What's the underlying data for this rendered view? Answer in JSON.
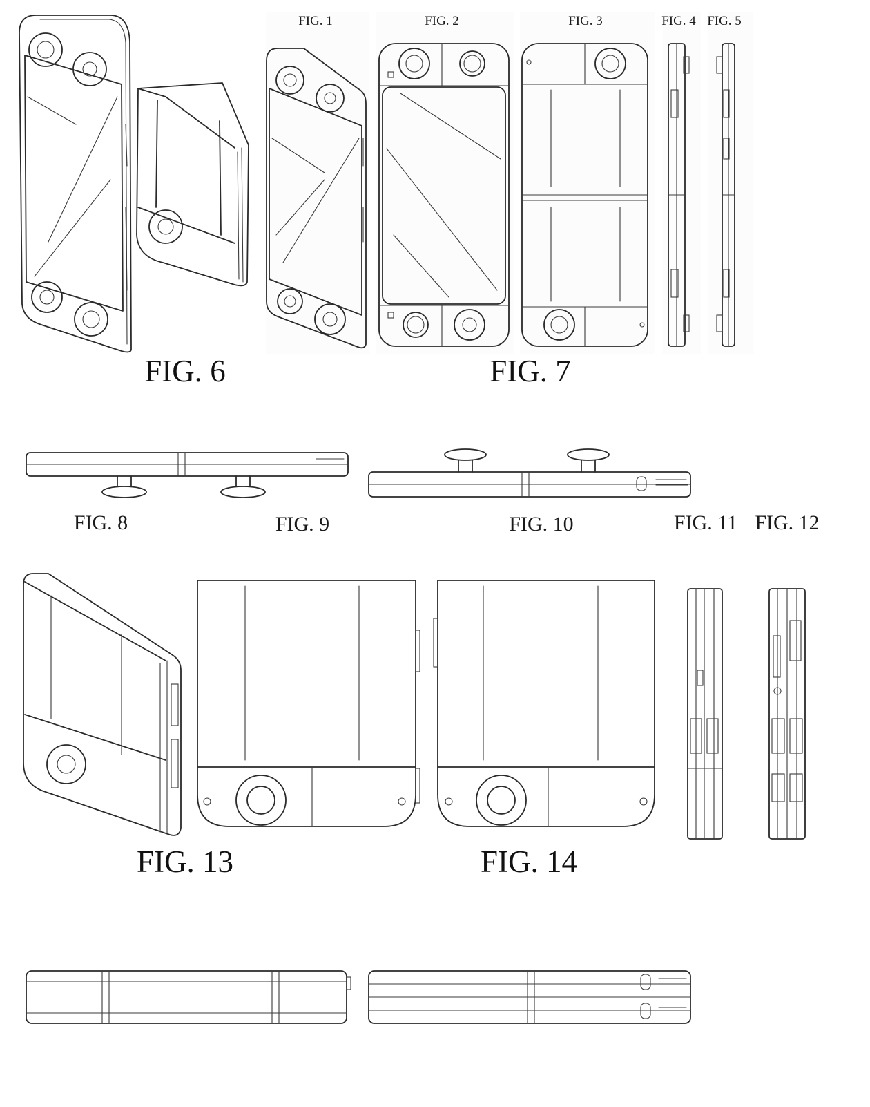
{
  "figure_labels": {
    "fig1": "FIG. 1",
    "fig2": "FIG. 2",
    "fig3": "FIG. 3",
    "fig4": "FIG. 4",
    "fig5": "FIG. 5",
    "fig6": "FIG. 6",
    "fig7": "FIG. 7",
    "fig8": "FIG. 8",
    "fig9": "FIG. 9",
    "fig10": "FIG. 10",
    "fig11": "FIG. 11",
    "fig12": "FIG. 12",
    "fig13": "FIG. 13",
    "fig14": "FIG. 14"
  },
  "colors": {
    "line": "#2a2a2a",
    "background": "#ffffff"
  }
}
